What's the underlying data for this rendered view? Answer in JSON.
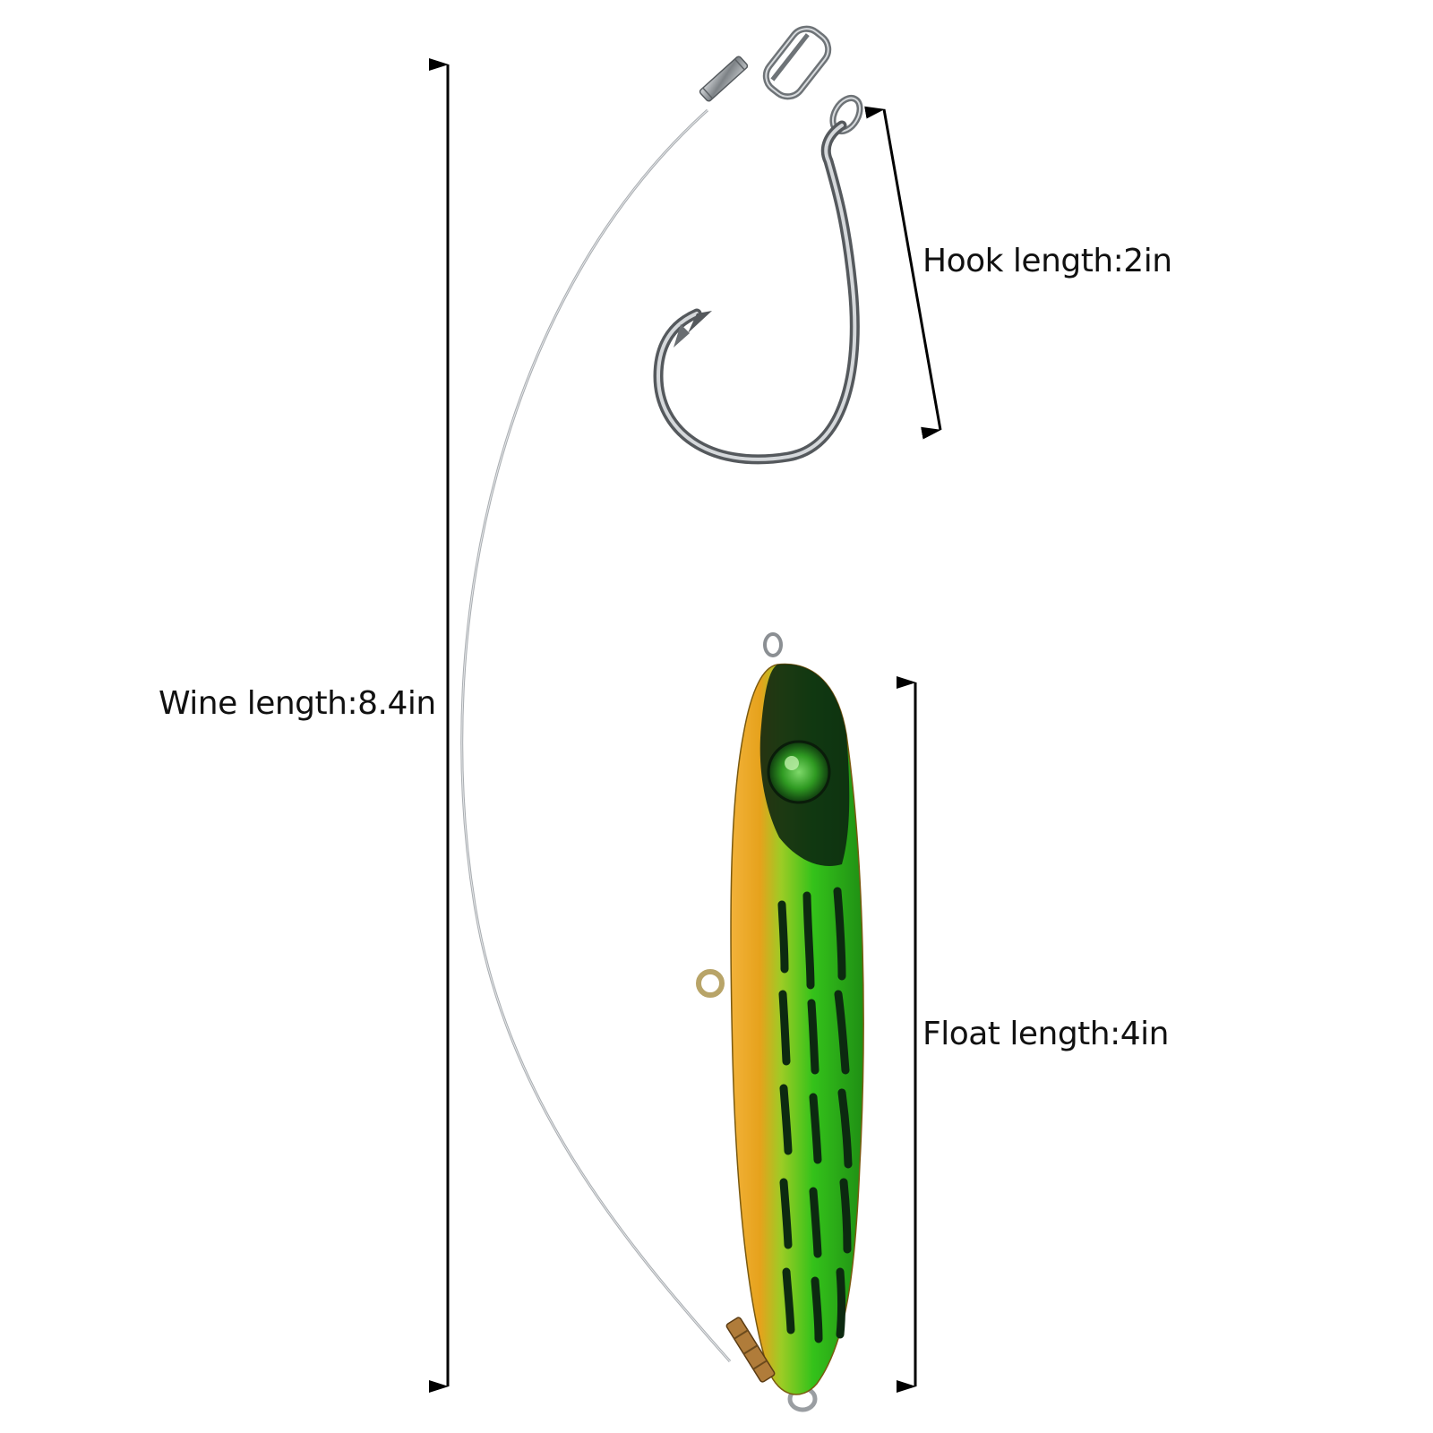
{
  "labels": {
    "wire": "Wine length:8.4in",
    "hook": "Hook length:2in",
    "float": "Float length:4in"
  },
  "colors": {
    "background": "#ffffff",
    "arrow": "#000000",
    "text": "#111111",
    "lure_green": "#3cbf1c",
    "lure_orange": "#f0a020",
    "lure_stripe": "#0c2a10",
    "hook_metal": "#8a8e92",
    "wire_metal": "#a8acb0",
    "crimp_brass": "#b07c3a"
  },
  "icons": {
    "wire_arrow": "double-headed-vertical-arrow",
    "hook_arrow": "double-headed-diagonal-arrow",
    "float_arrow": "double-headed-vertical-arrow"
  }
}
